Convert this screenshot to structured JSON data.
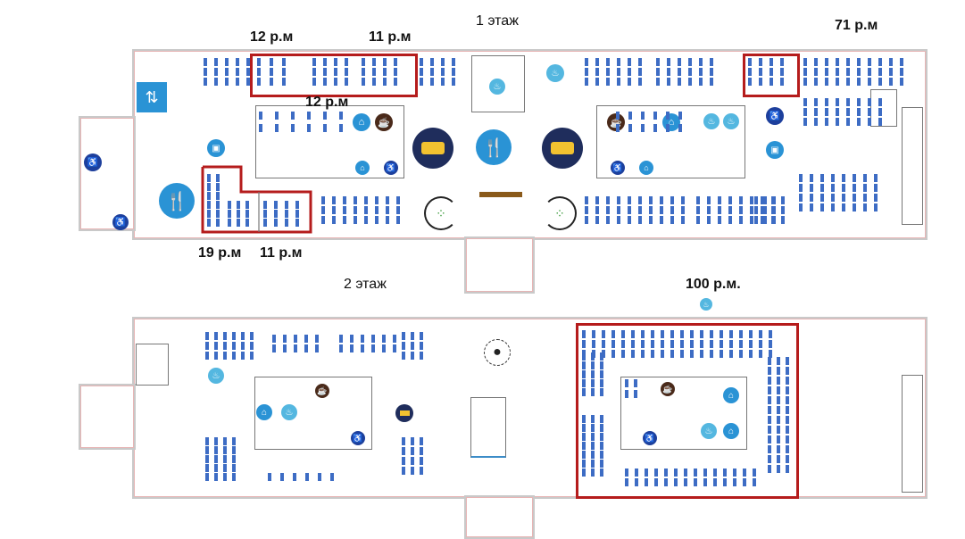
{
  "floors": [
    {
      "title": "1 этаж",
      "zones": [
        {
          "label": "12 р.м"
        },
        {
          "label": "11 р.м"
        },
        {
          "label": "12 р.м"
        },
        {
          "label": "19 р.м"
        },
        {
          "label": "11 р.м"
        },
        {
          "label": "71 р.м"
        }
      ]
    },
    {
      "title": "2 этаж",
      "zones": [
        {
          "label": "100 р.м."
        }
      ]
    }
  ],
  "colors": {
    "highlight": "#b51c1c",
    "desk": "#3d6cc4",
    "icon_blue": "#2a93d5",
    "icon_navy": "#1f2d5c"
  }
}
